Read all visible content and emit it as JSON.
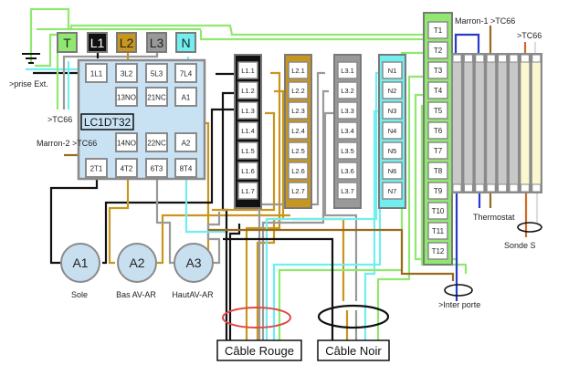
{
  "colors": {
    "earth": "#90e870",
    "l1": "#000000",
    "l2": "#c8961e",
    "l3": "#999999",
    "neutral": "#70eef0",
    "brown": "#9a6a1c",
    "blue": "#2a3ac8",
    "orange": "#d06a28",
    "red": "#e04848",
    "panel": "#c8e2f4",
    "frame": "#888888",
    "motor": "#c8dff0",
    "element_gray": "#c8c8c8",
    "element_yellow": "#fbf8d0"
  },
  "supply_terminals": [
    {
      "label": "T",
      "fill": "#90e870",
      "text": "#222222"
    },
    {
      "label": "L1",
      "fill": "#111111",
      "text": "#ffffff"
    },
    {
      "label": "L2",
      "fill": "#c8961e",
      "text": "#222222"
    },
    {
      "label": "L3",
      "fill": "#999999",
      "text": "#222222"
    },
    {
      "label": "N",
      "fill": "#70eef0",
      "text": "#222222"
    }
  ],
  "contactor": {
    "name": "LC1DT32",
    "row1": [
      "1L1",
      "3L2",
      "5L3",
      "7L4"
    ],
    "row2": [
      "13NO",
      "21NC",
      "A1"
    ],
    "row3": [
      "14NO",
      "22NC",
      "A2"
    ],
    "row4": [
      "2T1",
      "4T2",
      "6T3",
      "8T4"
    ]
  },
  "labels": {
    "prise_ext": ">prise Ext.",
    "tc66_left": ">TC66",
    "marron2": "Marron-2 >TC66",
    "marron1": "Marron-1 >TC66",
    "tc66_right": ">TC66",
    "thermostat": "Thermostat",
    "sonde": "Sonde S",
    "inter_porte": ">Inter porte"
  },
  "motors": [
    {
      "label": "A1",
      "caption": "Sole"
    },
    {
      "label": "A2",
      "caption": "Bas AV-AR"
    },
    {
      "label": "A3",
      "caption": "HautAV-AR"
    }
  ],
  "bus_bars": [
    {
      "name": "L1",
      "color": "#111111",
      "terminals": [
        "L1.1",
        "L1.2",
        "L1.3",
        "L1.4",
        "L1.5",
        "L1.6",
        "L1.7"
      ]
    },
    {
      "name": "L2",
      "color": "#c8961e",
      "terminals": [
        "L2.1",
        "L2.2",
        "L2.3",
        "L2.4",
        "L2.5",
        "L2.6",
        "L2.7"
      ]
    },
    {
      "name": "L3",
      "color": "#999999",
      "terminals": [
        "L3.1",
        "L3.2",
        "L3.3",
        "L3.4",
        "L3.5",
        "L3.6",
        "L3.7"
      ]
    },
    {
      "name": "N",
      "color": "#70eef0",
      "terminals": [
        "N1",
        "N2",
        "N3",
        "N4",
        "N5",
        "N6",
        "N7"
      ]
    }
  ],
  "earth_strip": {
    "terminals": [
      "T1",
      "T2",
      "T3",
      "T4",
      "T5",
      "T6",
      "T7",
      "T8",
      "T9",
      "T10",
      "T11",
      "T12"
    ]
  },
  "heating_elements": {
    "gray_count": 6,
    "yellow_count": 2
  },
  "cables": [
    {
      "label": "Câble Rouge",
      "ring_color": "#e04848"
    },
    {
      "label": "Câble Noir",
      "ring_color": "#111111"
    }
  ]
}
